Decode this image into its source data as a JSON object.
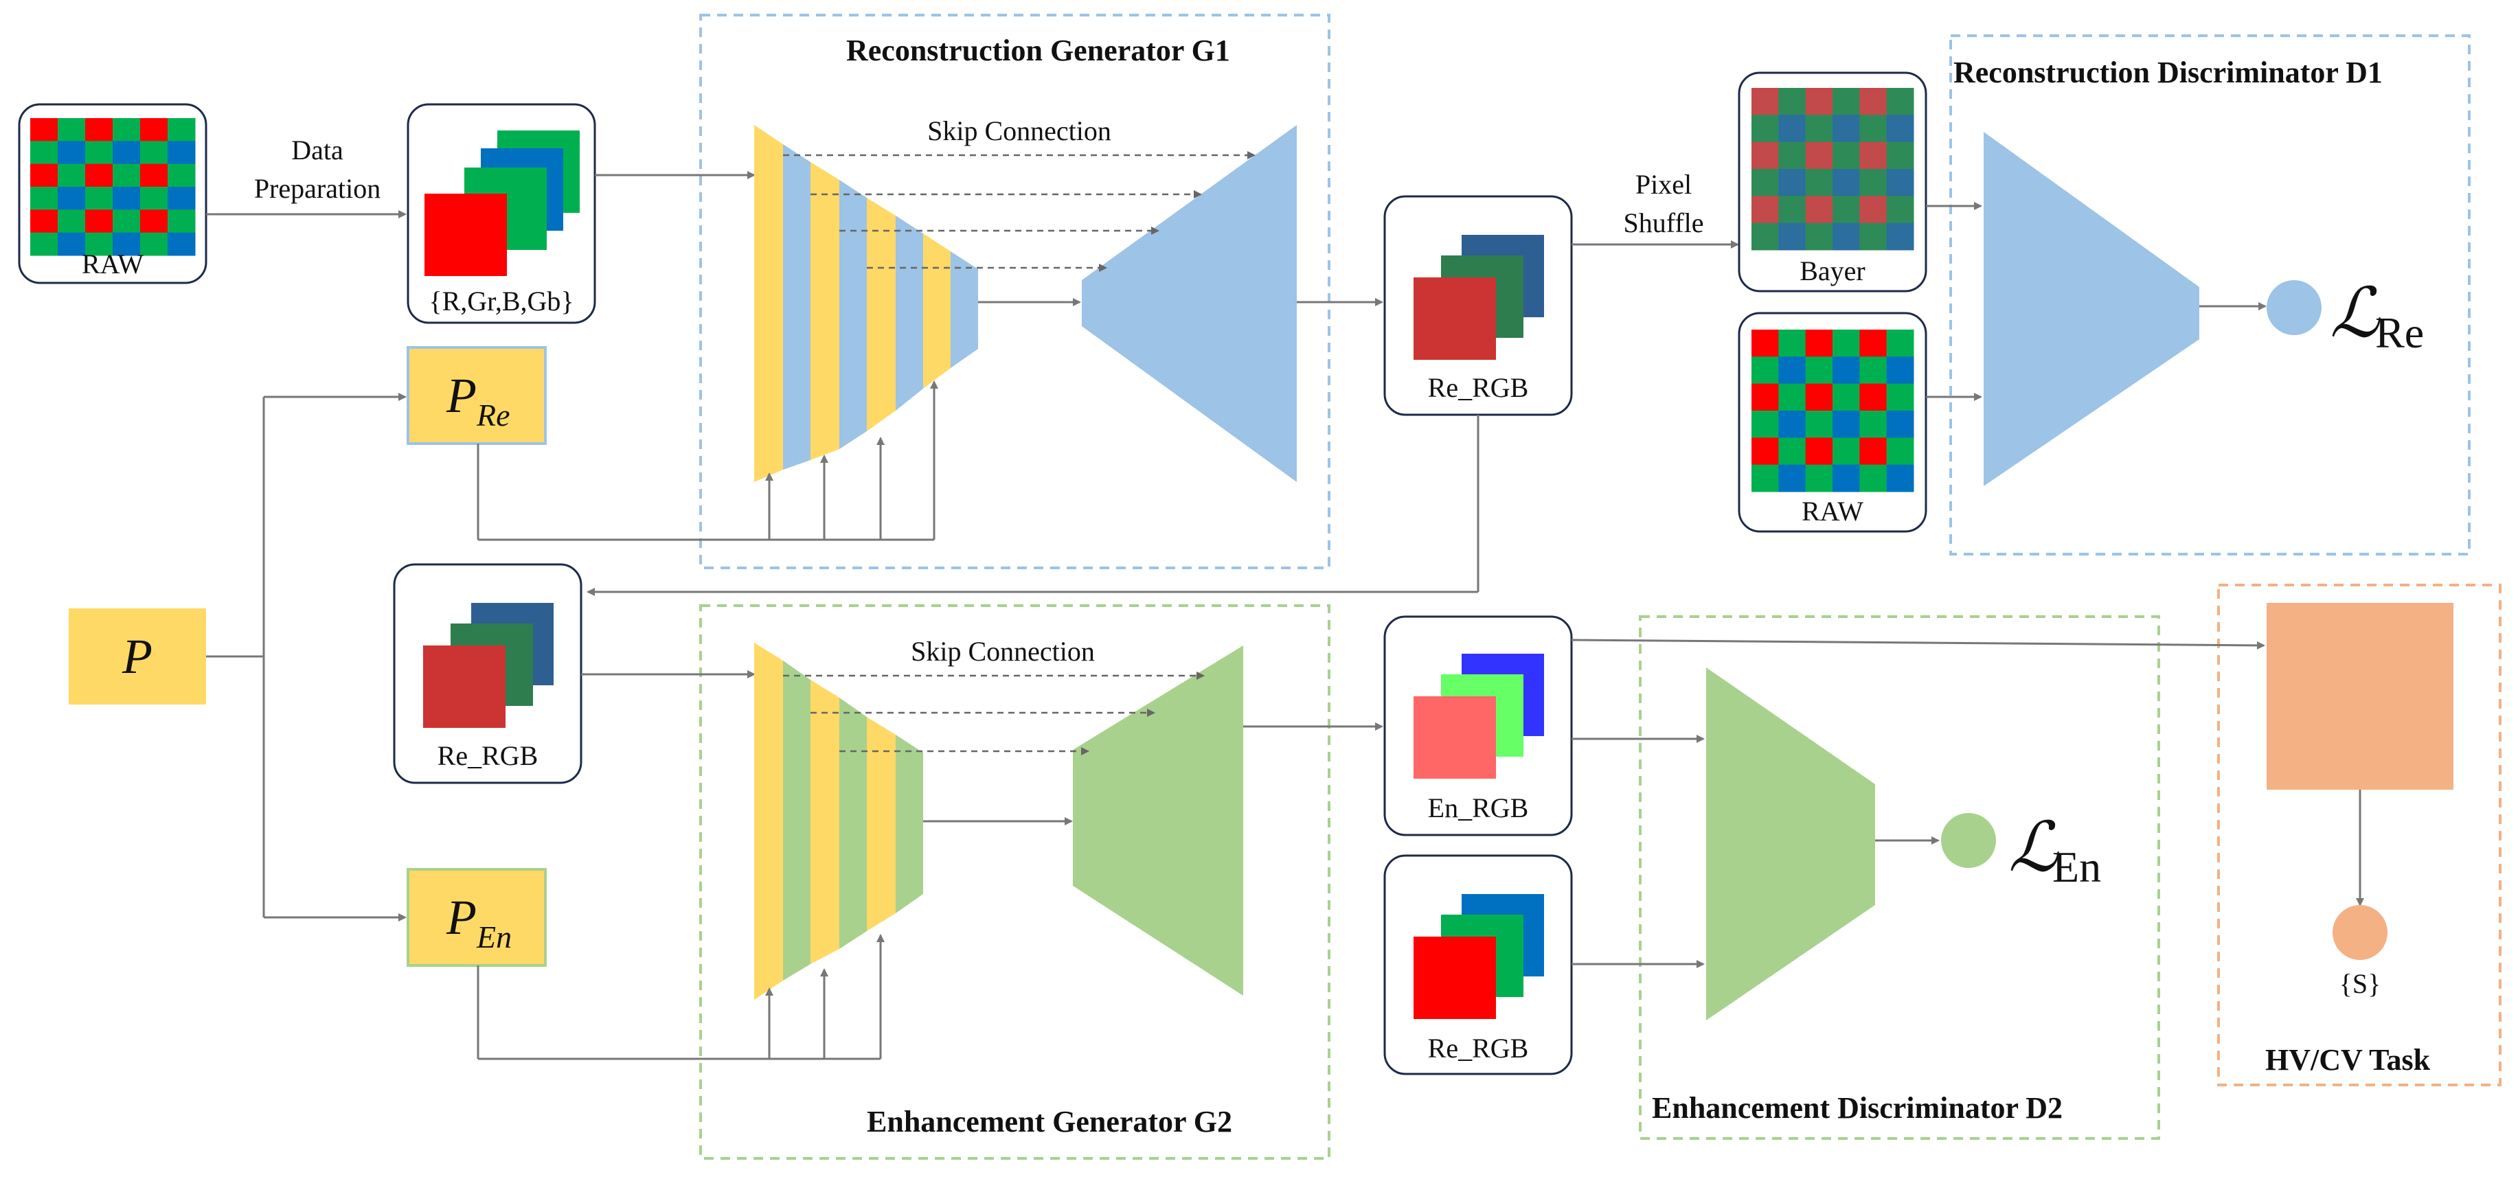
{
  "colors": {
    "yellow": "#FFD966",
    "blue": "#9DC3E6",
    "green": "#A9D18E",
    "orange": "#F4B183",
    "box_blue": "#9DC3E6",
    "box_green": "#A9D18E",
    "box_orange": "#F4B183",
    "bayer_red": "#FF0000",
    "bayer_green": "#00B050",
    "bayer_blue": "#0070C0"
  },
  "labels": {
    "raw": "RAW",
    "data_prep_1": "Data",
    "data_prep_2": "Preparation",
    "channels": "{R,Gr,B,Gb}",
    "recon_gen": "Reconstruction Generator G1",
    "skip1": "Skip Connection",
    "re_rgb_top": "Re_RGB",
    "pixel_1": "Pixel",
    "pixel_2": "Shuffle",
    "bayer": "Bayer",
    "raw2": "RAW",
    "recon_disc": "Reconstruction Discriminator D1",
    "loss_re_symbol": "ℒ",
    "loss_re_sub": "Re",
    "p_re_main": "P",
    "p_re_sub": "Re",
    "p_main": "P",
    "p_en_main": "P",
    "p_en_sub": "En",
    "re_rgb_mid": "Re_RGB",
    "skip2": "Skip Connection",
    "enh_gen": "Enhancement Generator G2",
    "en_rgb": "En_RGB",
    "re_rgb_bot": "Re_RGB",
    "enh_disc": "Enhancement Discriminator D2",
    "loss_en_symbol": "ℒ",
    "loss_en_sub": "En",
    "task": "HV/CV Task",
    "s": "{S}"
  }
}
